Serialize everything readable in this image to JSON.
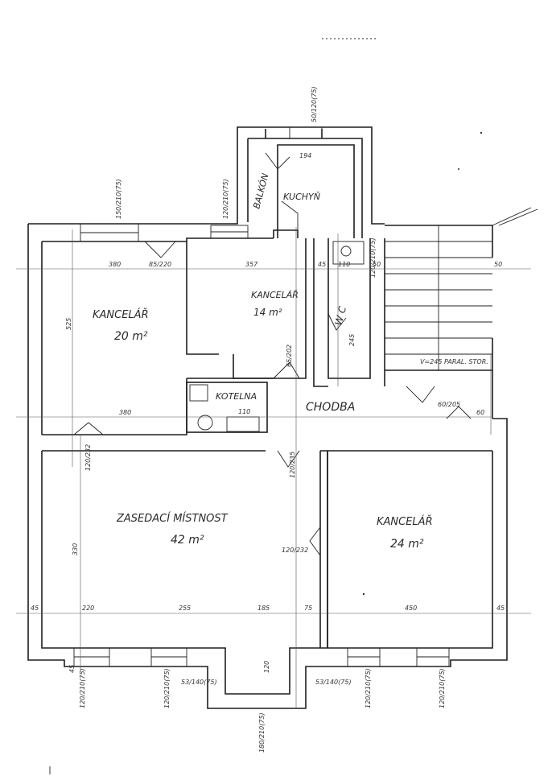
{
  "rooms": {
    "office_left_name": "KANCELÁŘ",
    "office_left_area": "20 m²",
    "office_mid_name": "KANCELÁŘ",
    "office_mid_area": "14 m²",
    "kitchen": "KUCHYŇ",
    "balcony": "BALKÓN",
    "wc": "W C",
    "boiler": "KOTELNA",
    "corridor": "CHODBA",
    "meeting_name": "ZASEDACÍ MÍSTNOST",
    "meeting_area": "42 m²",
    "office_right_name": "KANCELÁŘ",
    "office_right_area": "24 m²"
  },
  "dimensions": {
    "w_380_top": "380",
    "w_357": "357",
    "w_380_bottom": "380",
    "h_525": "525",
    "h_330": "330",
    "w_220": "220",
    "w_255": "255",
    "w_185": "185",
    "w_75": "75",
    "w_450": "450",
    "w_45_a": "45",
    "w_45_b": "45",
    "w_45_c": "45",
    "w_45_d": "45",
    "w_50_a": "50",
    "w_50_b": "50",
    "w_194": "194",
    "w_110_a": "110",
    "w_110_b": "110",
    "w_60": "60",
    "h_120_bottom": "120",
    "h_245": "245",
    "d_85_220": "85/220",
    "d_120_232_a": "120/232",
    "d_120_232_b": "120/232",
    "d_120_235": "120/235",
    "d_60_205": "60/205",
    "d_65_202": "65/202",
    "d_120_210_a": "120/210(75)",
    "d_120_210_b": "120/210(75)",
    "d_120_210_c": "120/210(75)",
    "d_120_210_d": "120/210(75)",
    "d_120_210_e": "120/210(75)",
    "d_120_210_f": "120/210(75)",
    "d_150_210": "150/210(75)",
    "d_50_120": "50/120(75)",
    "d_53_140_a": "53/140(75)",
    "d_53_140_b": "53/140(75)",
    "d_180_210": "180/210(75)",
    "stair_note": "V=245 PARAL. STOR."
  }
}
